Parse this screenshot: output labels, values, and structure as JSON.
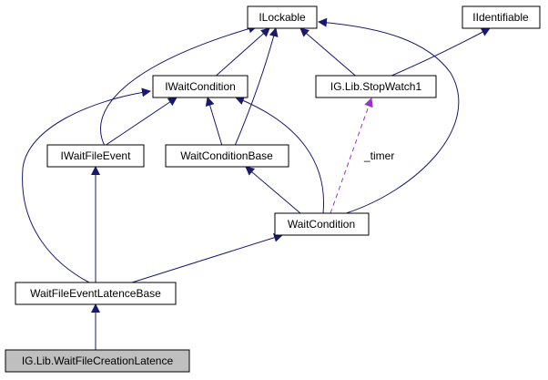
{
  "colors": {
    "inheritance": "#191970",
    "usage": "#9a32cd",
    "node_fill": "#ffffff",
    "highlight_fill": "#bfbfbf",
    "border": "#000000"
  },
  "nodes": {
    "ilockable": {
      "label": "ILockable"
    },
    "iidentifiable": {
      "label": "IIdentifiable"
    },
    "iwaitcondition": {
      "label": "IWaitCondition"
    },
    "stopwatch": {
      "label": "IG.Lib.StopWatch1"
    },
    "iwaitfileevent": {
      "label": "IWaitFileEvent"
    },
    "waitconditionbase": {
      "label": "WaitConditionBase"
    },
    "waitcondition": {
      "label": "WaitCondition"
    },
    "waitfileeventlatencebase": {
      "label": "WaitFileEventLatenceBase"
    },
    "waitfilecreationlatence": {
      "label": "IG.Lib.WaitFileCreationLatence",
      "highlighted": true
    }
  },
  "edges": [
    {
      "from": "iwaitcondition",
      "to": "ilockable",
      "kind": "inheritance"
    },
    {
      "from": "stopwatch",
      "to": "ilockable",
      "kind": "inheritance"
    },
    {
      "from": "stopwatch",
      "to": "iidentifiable",
      "kind": "inheritance"
    },
    {
      "from": "iwaitfileevent",
      "to": "ilockable",
      "kind": "inheritance"
    },
    {
      "from": "iwaitfileevent",
      "to": "iwaitcondition",
      "kind": "inheritance"
    },
    {
      "from": "waitconditionbase",
      "to": "ilockable",
      "kind": "inheritance"
    },
    {
      "from": "waitconditionbase",
      "to": "iwaitcondition",
      "kind": "inheritance"
    },
    {
      "from": "waitcondition",
      "to": "ilockable",
      "kind": "inheritance"
    },
    {
      "from": "waitcondition",
      "to": "iwaitcondition",
      "kind": "inheritance"
    },
    {
      "from": "waitcondition",
      "to": "waitconditionbase",
      "kind": "inheritance"
    },
    {
      "from": "waitcondition",
      "to": "stopwatch",
      "kind": "usage",
      "label": "_timer"
    },
    {
      "from": "waitfileeventlatencebase",
      "to": "iwaitcondition",
      "kind": "inheritance"
    },
    {
      "from": "waitfileeventlatencebase",
      "to": "iwaitfileevent",
      "kind": "inheritance"
    },
    {
      "from": "waitfileeventlatencebase",
      "to": "waitcondition",
      "kind": "inheritance"
    },
    {
      "from": "waitfilecreationlatence",
      "to": "waitfileeventlatencebase",
      "kind": "inheritance"
    }
  ]
}
